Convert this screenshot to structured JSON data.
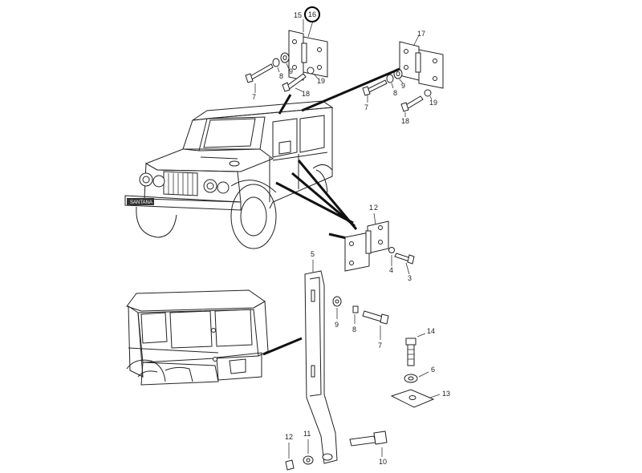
{
  "diagram": {
    "vehicle_badge": "SANTANA",
    "callouts": {
      "c15": "15",
      "c16": "16",
      "c17": "17",
      "c7a": "7",
      "c8a": "8",
      "c9a": "9",
      "c18a": "18",
      "c19a": "19",
      "c7b": "7",
      "c8b": "8",
      "c9b": "9",
      "c18b": "18",
      "c19b": "19",
      "c1": "1",
      "c2": "2",
      "c4": "4",
      "c3": "3",
      "c5": "5",
      "c9c": "9",
      "c8c": "8",
      "c7c": "7",
      "c14": "14",
      "c6": "6",
      "c13": "13",
      "c12": "12",
      "c11": "11",
      "c10": "10"
    },
    "highlighted_callout": "16"
  }
}
